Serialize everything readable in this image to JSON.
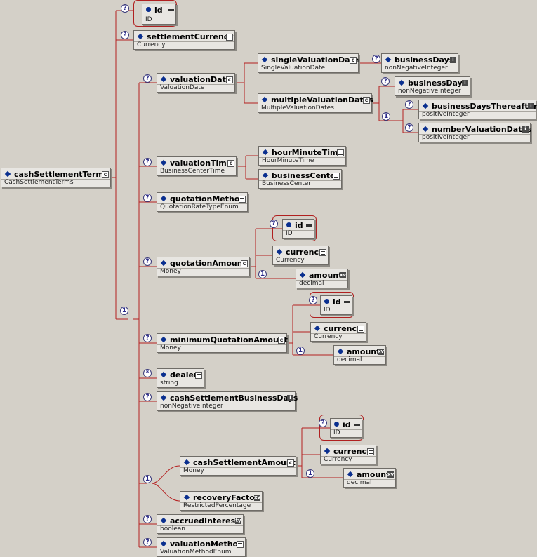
{
  "nodes": [
    {
      "id": "root",
      "name": "cashSettlementTerms",
      "type": "CashSettlementTerms",
      "icon": "c"
    },
    {
      "id": "id1",
      "name": "id",
      "type": "ID",
      "icon": "dash",
      "attr": true
    },
    {
      "id": "settlementCurrency",
      "name": "settlementCurrency",
      "type": "Currency",
      "icon": "l"
    },
    {
      "id": "valuationDate",
      "name": "valuationDate",
      "type": "ValuationDate",
      "icon": "c"
    },
    {
      "id": "singleValuationDate",
      "name": "singleValuationDate",
      "type": "SingleValuationDate",
      "icon": "c"
    },
    {
      "id": "bd1",
      "name": "businessDays",
      "type": "nonNegativeInteger",
      "icon": "i"
    },
    {
      "id": "multipleValuationDates",
      "name": "multipleValuationDates",
      "type": "MultipleValuationDates",
      "icon": "c"
    },
    {
      "id": "bd2",
      "name": "businessDays",
      "type": "nonNegativeInteger",
      "icon": "i"
    },
    {
      "id": "bdThereafter",
      "name": "businessDaysThereafter",
      "type": "positiveInteger",
      "icon": "i"
    },
    {
      "id": "numberValuationDates",
      "name": "numberValuationDates",
      "type": "positiveInteger",
      "icon": "i"
    },
    {
      "id": "valuationTime",
      "name": "valuationTime",
      "type": "BusinessCenterTime",
      "icon": "c"
    },
    {
      "id": "hourMinuteTime",
      "name": "hourMinuteTime",
      "type": "HourMinuteTime",
      "icon": "l"
    },
    {
      "id": "businessCenter",
      "name": "businessCenter",
      "type": "BusinessCenter",
      "icon": "l"
    },
    {
      "id": "quotationMethod",
      "name": "quotationMethod",
      "type": "QuotationRateTypeEnum",
      "icon": "l"
    },
    {
      "id": "quotationAmount",
      "name": "quotationAmount",
      "type": "Money",
      "icon": "c"
    },
    {
      "id": "id2",
      "name": "id",
      "type": "ID",
      "icon": "dash",
      "attr": true
    },
    {
      "id": "currency2",
      "name": "currency",
      "type": "Currency",
      "icon": "l"
    },
    {
      "id": "amount2",
      "name": "amount",
      "type": "decimal",
      "icon": "xv"
    },
    {
      "id": "minimumQuotationAmount",
      "name": "minimumQuotationAmount",
      "type": "Money",
      "icon": "c"
    },
    {
      "id": "id3",
      "name": "id",
      "type": "ID",
      "icon": "dash",
      "attr": true
    },
    {
      "id": "currency3",
      "name": "currency",
      "type": "Currency",
      "icon": "l"
    },
    {
      "id": "amount3",
      "name": "amount",
      "type": "decimal",
      "icon": "xv"
    },
    {
      "id": "dealer",
      "name": "dealer",
      "type": "string",
      "icon": "l"
    },
    {
      "id": "cashSettlementBusinessDays",
      "name": "cashSettlementBusinessDays",
      "type": "nonNegativeInteger",
      "icon": "i"
    },
    {
      "id": "cashSettlementAmount",
      "name": "cashSettlementAmount",
      "type": "Money",
      "icon": "c"
    },
    {
      "id": "id4",
      "name": "id",
      "type": "ID",
      "icon": "dash",
      "attr": true
    },
    {
      "id": "currency4",
      "name": "currency",
      "type": "Currency",
      "icon": "l"
    },
    {
      "id": "amount4",
      "name": "amount",
      "type": "decimal",
      "icon": "xv"
    },
    {
      "id": "recoveryFactor",
      "name": "recoveryFactor",
      "type": "RestrictedPercentage",
      "icon": "xv"
    },
    {
      "id": "accruedInterest",
      "name": "accruedInterest",
      "type": "boolean",
      "icon": "ty"
    },
    {
      "id": "valuationMethod",
      "name": "valuationMethod",
      "type": "ValuationMethodEnum",
      "icon": "l"
    }
  ],
  "badges": {
    "optional": "?",
    "one": "1",
    "many": "*"
  }
}
